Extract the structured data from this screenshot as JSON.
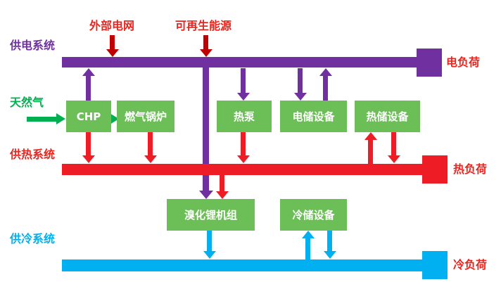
{
  "diagram": "integrated-energy-system",
  "colors": {
    "electric_bus_purple": "#7030A0",
    "heat_bus_red": "#EE1C25",
    "cool_bus_cyan": "#00B0F0",
    "component_box_green": "#6CBE57",
    "natural_gas_green": "#00B050",
    "label_red": "#E8251F",
    "top_input_arrow_dark_red": "#C00000"
  },
  "labels": {
    "external_grid": "外部电网",
    "renewable_energy": "可再生能源",
    "power_supply_system": "供电系统",
    "natural_gas": "天然气",
    "heat_supply_system": "供热系统",
    "cool_supply_system": "供冷系统",
    "electric_load": "电负荷",
    "heat_load": "热负荷",
    "cool_load": "冷负荷"
  },
  "components": {
    "chp": "CHP",
    "gas_boiler": "燃气锅炉",
    "heat_pump": "热泵",
    "electric_storage": "电储设备",
    "heat_storage": "热储设备",
    "libr_unit": "溴化锂机组",
    "cool_storage": "冷储设备"
  }
}
